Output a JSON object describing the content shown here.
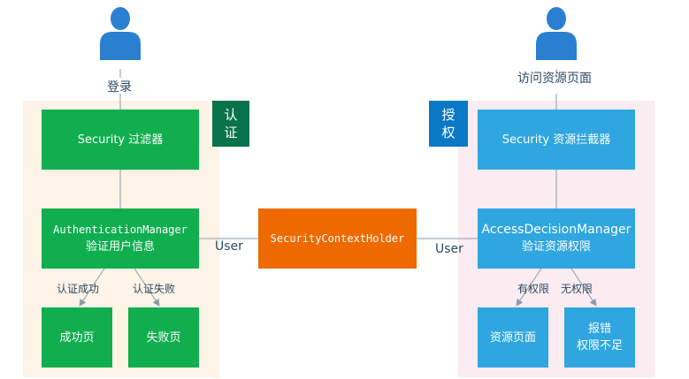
{
  "colors": {
    "green": "#10ae4f",
    "blue": "#2fa6df",
    "orange": "#ee6a00",
    "dark_green": "#08734a",
    "dark_blue": "#0b78c6",
    "auth_panel_bg": "#fdf3e6",
    "authz_panel_bg": "#faecf0",
    "user_icon": "#2a7fd0",
    "connector": "#8a9aa8"
  },
  "left": {
    "actor_icon": "user-icon",
    "actor_label": "登录",
    "tag": [
      "认",
      "证"
    ],
    "filter_box": "Security 过滤器",
    "manager_box": {
      "line1": "AuthenticationManager",
      "line2": "验证用户信息"
    },
    "success_label": "认证成功",
    "failure_label": "认证失败",
    "success_box": "成功页",
    "failure_box": "失败页"
  },
  "center": {
    "holder_box": "SecurityContextHolder",
    "left_link_label": "User",
    "right_link_label": "User"
  },
  "right": {
    "actor_icon": "user-icon",
    "actor_label": "访问资源页面",
    "tag": [
      "授",
      "权"
    ],
    "interceptor_box": "Security 资源拦截器",
    "manager_box": {
      "line1": "AccessDecisionManager",
      "line2": "验证资源权限"
    },
    "granted_label": "有权限",
    "denied_label": "无权限",
    "resource_box": "资源页面",
    "error_box": [
      "报错",
      "权限不足"
    ]
  }
}
